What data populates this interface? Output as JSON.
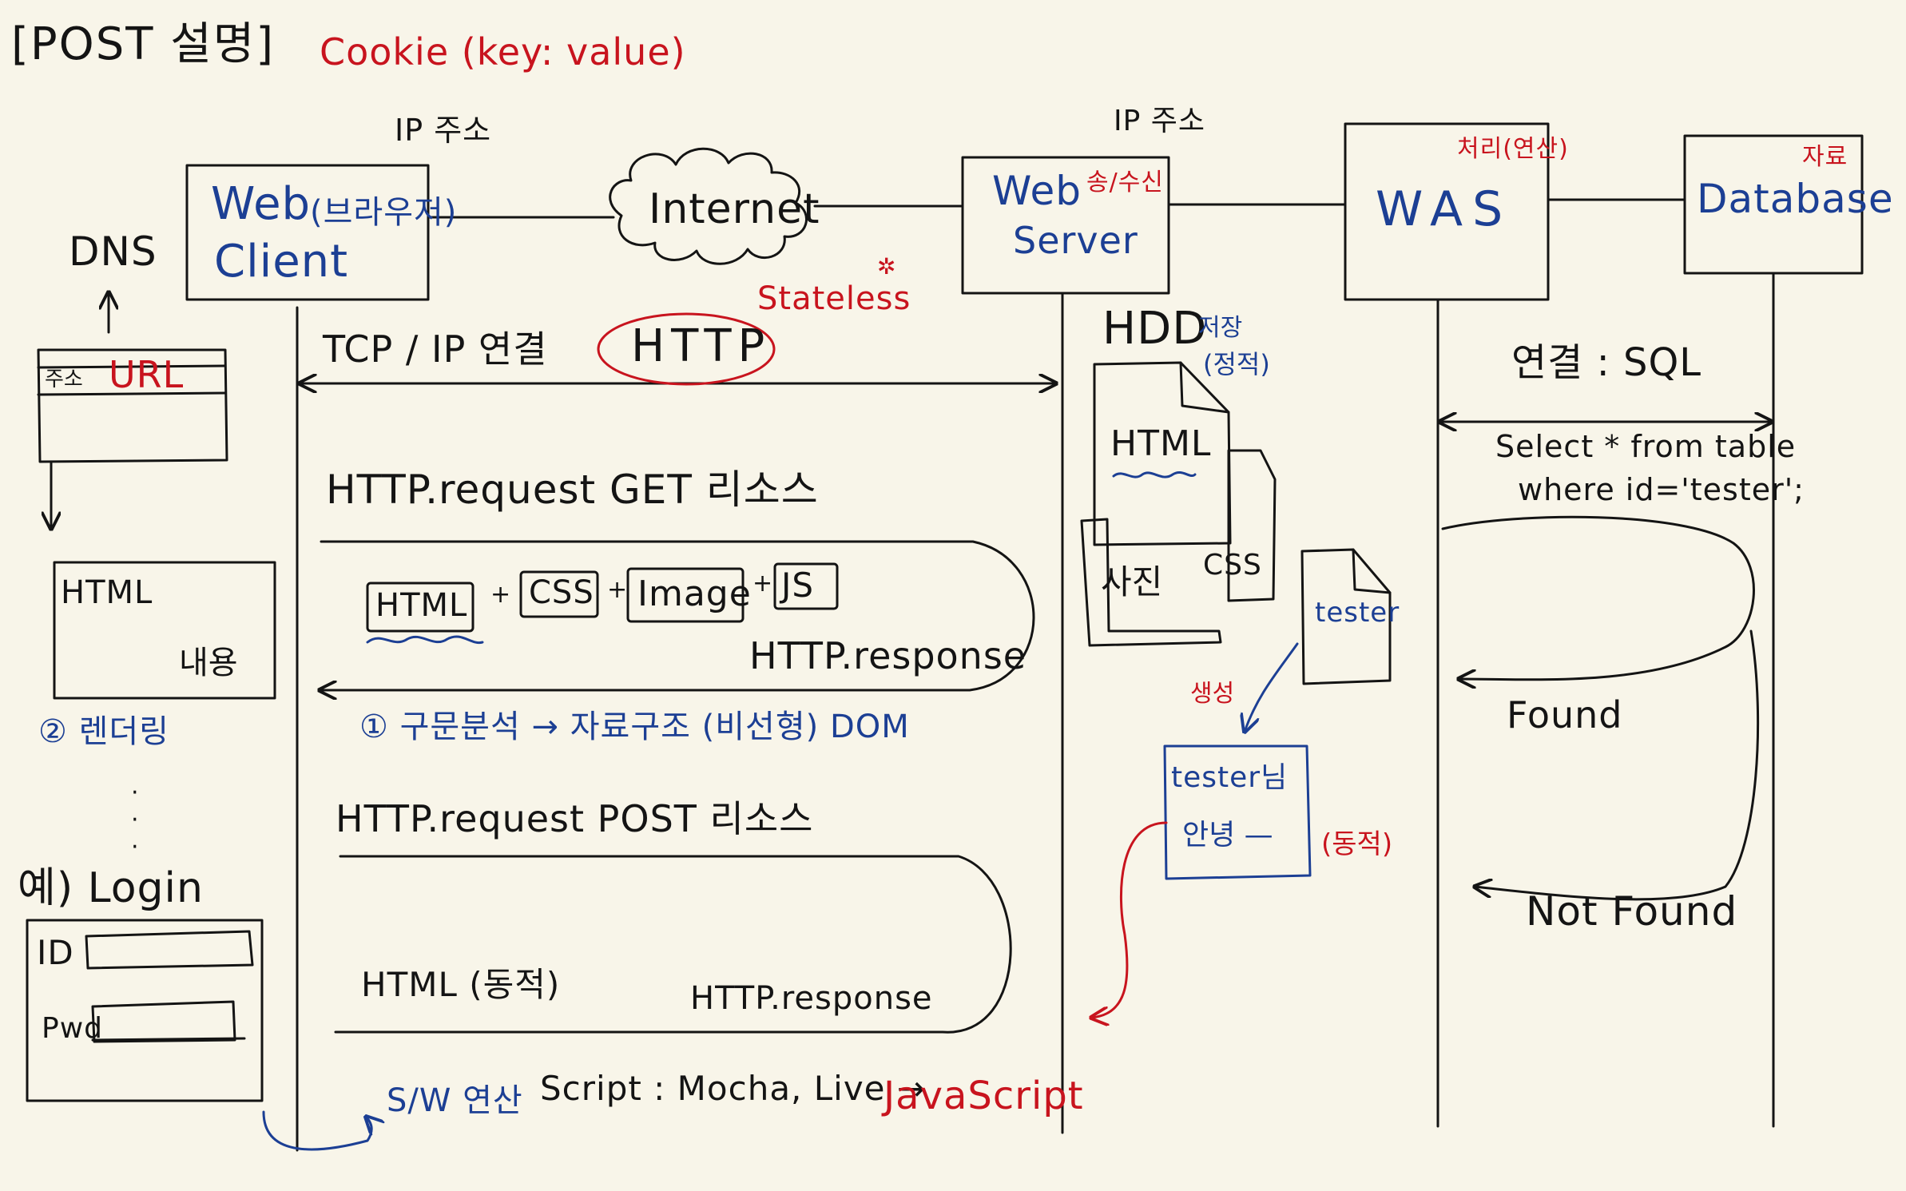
{
  "title": "[POST 설명]",
  "cookie": "Cookie (key: value)",
  "ip_client": "IP 주소",
  "ip_server": "IP 주소",
  "client": {
    "line1": "Web",
    "note": "(브라우저)",
    "line2": "Client"
  },
  "internet": "Internet",
  "stateless": "Stateless",
  "webserver": {
    "line1": "Web",
    "note": "송/수신",
    "line2": "Server"
  },
  "was": {
    "label": "WAS",
    "note": "처리(연산)"
  },
  "database": {
    "label": "Database",
    "note": "자료"
  },
  "dns": "DNS",
  "browser": {
    "address": "주소",
    "url": "URL"
  },
  "page": {
    "html": "HTML",
    "content": "내용"
  },
  "rendering": "② 렌더링",
  "dots": "·\n·\n·",
  "login": {
    "label": "예) Login",
    "id": "ID",
    "pwd": "Pwd"
  },
  "tcp": "TCP / IP 연결",
  "http": "HTTP",
  "get_request": "HTTP.request  GET 리소스",
  "get_parts": {
    "html": "HTML",
    "css": "CSS",
    "image": "Image",
    "js": "JS",
    "plus": "+"
  },
  "get_response": "HTTP.response",
  "parsing": "① 구문분석 → 자료구조 (비선형) DOM",
  "post_request": "HTTP.request  POST 리소스",
  "post_html": "HTML (동적)",
  "post_response": "HTTP.response",
  "script": {
    "sw": "S/W 연산",
    "script": "Script : Mocha, Live →",
    "js": "JavaScript"
  },
  "hdd": {
    "label": "HDD",
    "store": "저장",
    "static": "(정적)",
    "html": "HTML",
    "css": "CSS",
    "photo": "사진"
  },
  "tester_file": "tester",
  "create": "생성",
  "dynamic_page": {
    "line1": "tester님",
    "line2": "안녕  —"
  },
  "dynamic_label": "(동적)",
  "sql": {
    "connect": "연결 : SQL",
    "query1": "Select * from table",
    "query2": "where id='tester';"
  },
  "found": "Found",
  "not_found": "Not Found"
}
